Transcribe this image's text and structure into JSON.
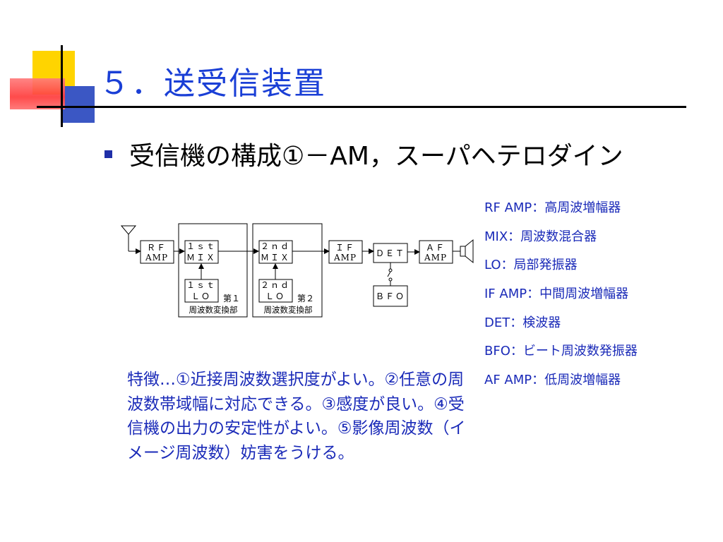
{
  "title": "５．送受信装置",
  "subtitle": "受信機の構成①－AM，スーパヘテロダイン",
  "colors": {
    "title": "#1a3fd6",
    "text": "#1a2ab8",
    "bullet": "#1f2fa8",
    "deco_yellow": "#ffd400",
    "deco_red": "#ff4a4a",
    "deco_blue": "#3b57c4"
  },
  "diagram": {
    "blocks": {
      "rf_amp": [
        "ＲＦ",
        "AMP"
      ],
      "first_mix": [
        "１ｓｔ",
        "ＭＩＸ"
      ],
      "first_lo": [
        "１ｓｔ",
        "ＬＯ"
      ],
      "second_mix": [
        "２ｎｄ",
        "ＭＩＸ"
      ],
      "second_lo": [
        "２ｎｄ",
        "ＬＯ"
      ],
      "if_amp": [
        "ＩＦ",
        "AMP"
      ],
      "det": "ＤＥＴ",
      "bfo": "ＢＦＯ",
      "af_amp": [
        "ＡＦ",
        "AMP"
      ]
    },
    "converter1": {
      "num": "第１",
      "label": "周波数変換部"
    },
    "converter2": {
      "num": "第２",
      "label": "周波数変換部"
    },
    "icons": [
      "antenna-icon",
      "speaker-icon"
    ]
  },
  "legend": [
    "RF AMP：高周波増幅器",
    "MIX：周波数混合器",
    "LO：局部発振器",
    "IF AMP：中間周波増幅器",
    "DET：検波器",
    "BFO：ビート周波数発振器",
    "AF AMP：低周波増幅器"
  ],
  "features": "特徴…①近接周波数選択度がよい。②任意の周波数帯域幅に対応できる。③感度が良い。④受信機の出力の安定性がよい。⑤影像周波数（イメージ周波数）妨害をうける。"
}
